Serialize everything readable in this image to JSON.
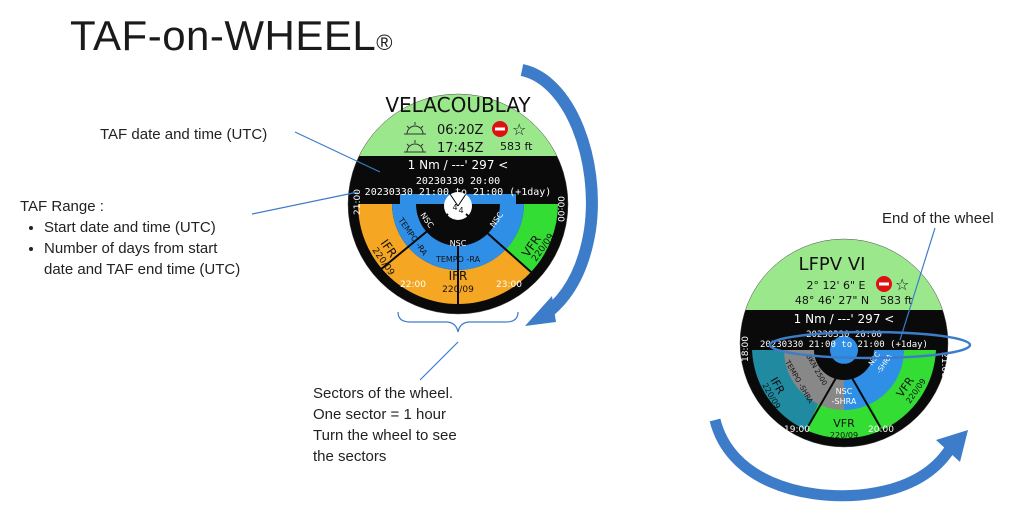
{
  "title": "TAF-on-WHEEL",
  "title_mark": "®",
  "annotations": {
    "taf_date": "TAF date and time (UTC)",
    "taf_range_title": "TAF Range :",
    "taf_range_items": [
      "Start date and time (UTC)",
      "Number of days from start",
      "date and TAF end time (UTC)"
    ],
    "sectors": [
      "Sectors of the wheel.",
      "One sector = 1 hour",
      "Turn the wheel to see",
      "the sectors"
    ],
    "end_of_wheel": "End of the wheel"
  },
  "wheel_left": {
    "station": "VELACOUBLAY",
    "sunrise": "06:20Z",
    "sunset": "17:45Z",
    "elevation": "583 ft",
    "info": "1 Nm / ---'   297 <",
    "taf_issue": "20230330 20:00",
    "taf_range": "20230330 21:00 to 21:00 (+1day)",
    "hours": [
      "21:00",
      "22:00",
      "23:00",
      "00:00"
    ],
    "sectors": [
      {
        "cond": "IFR",
        "vis": "220/09",
        "wx": "TEMPO -RA",
        "sky": "NSC"
      },
      {
        "cond": "IFR",
        "vis": "220/09",
        "wx": "TEMPO -RA",
        "sky": "NSC"
      },
      {
        "cond": "VFR",
        "vis": "220/09",
        "wx": "",
        "sky": "NSC"
      }
    ],
    "center_digits": [
      "4",
      "4"
    ]
  },
  "wheel_right": {
    "station": "LFPV VI",
    "lon": "2° 12' 6\" E",
    "lat": "48° 46' 27\" N",
    "elevation": "583 ft",
    "info": "1 Nm / ---'   297 <",
    "taf_issue": "20230330 20:00",
    "taf_range": "20230330 21:00 to 21:00 (+1day)",
    "hours": [
      "18:00",
      "19:00",
      "20:00",
      "21:00"
    ],
    "sectors": [
      {
        "cond": "IFR",
        "vis": "220/09",
        "wx": "TEMPO -SHRA",
        "sky": "BKN 2500"
      },
      {
        "cond": "VFR",
        "vis": "220/09",
        "wx": "-SHRA",
        "sky": "NSC"
      },
      {
        "cond": "VFR",
        "vis": "220/09",
        "wx": "-SHRA",
        "sky": "NSC"
      }
    ]
  },
  "colors": {
    "green": "#9be88c",
    "ifr": "#f5a623",
    "vfr": "#33dd33",
    "nsc": "#2f8fe6",
    "dark": "#0a0a0a",
    "arrow": "#3d7cc9",
    "teal": "#1f8aa0"
  }
}
